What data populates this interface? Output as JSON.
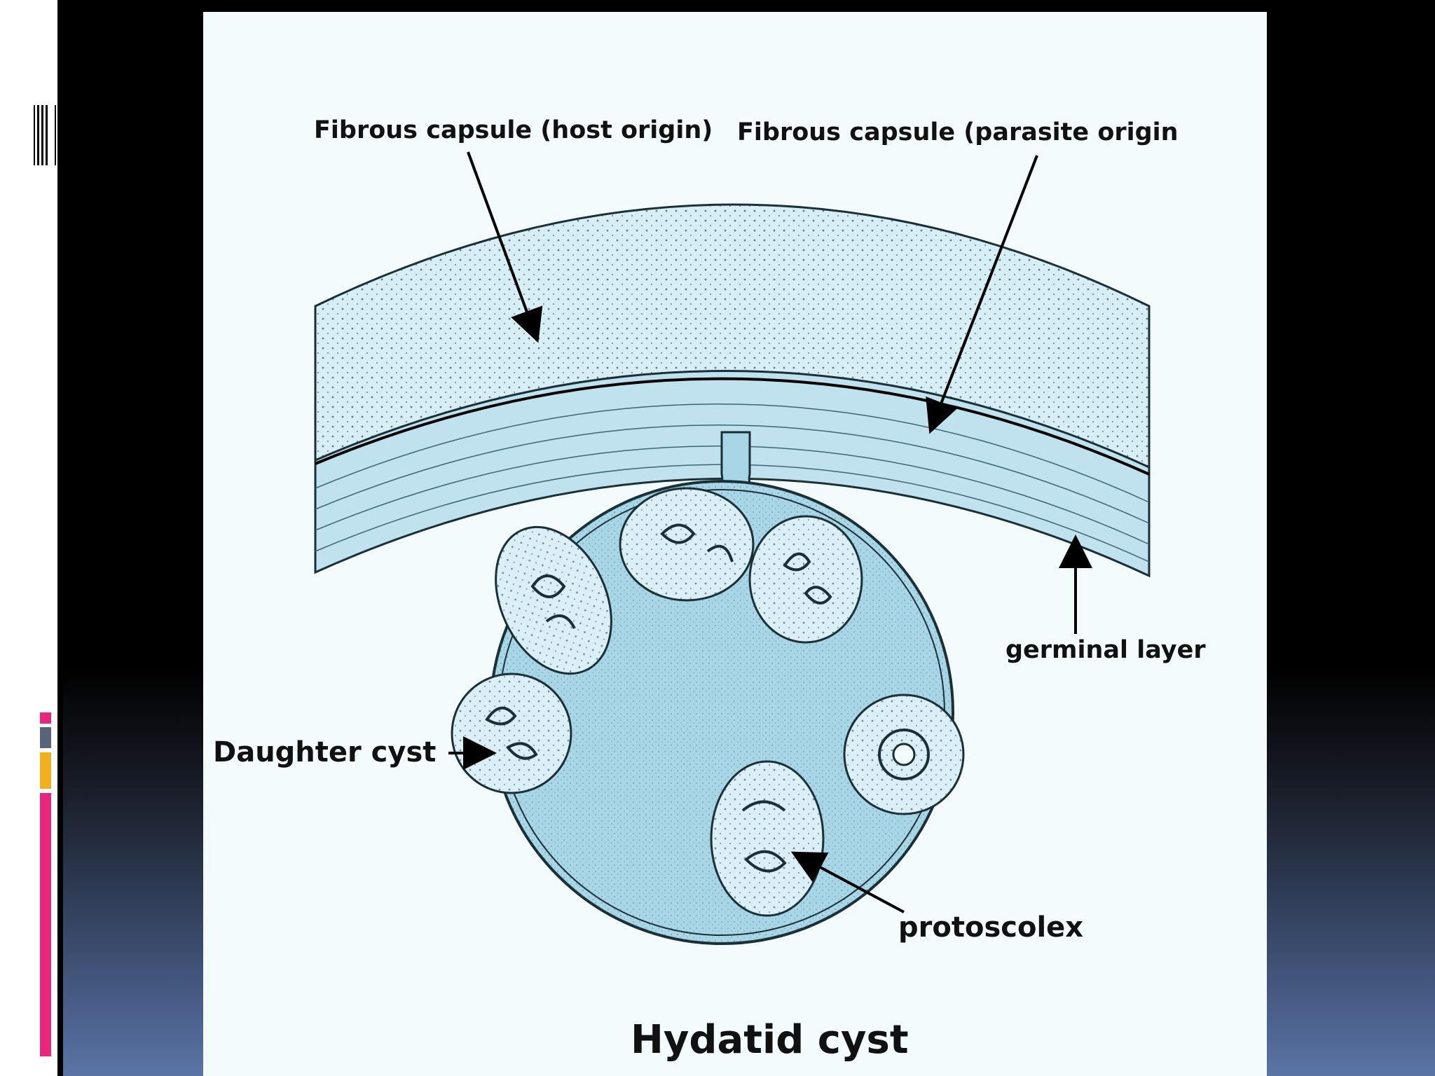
{
  "diagram": {
    "labels": {
      "host_capsule": "Fibrous capsule (host origin)",
      "parasite_capsule": "Fibrous capsule (parasite origin",
      "germinal_layer": "germinal layer",
      "daughter_cyst": "Daughter cyst",
      "protoscolex": "protoscolex"
    },
    "caption": "Hydatid cyst"
  },
  "colors": {
    "cyst_fluid": "#a9d6e6",
    "capsule": "#d8eef5",
    "panel": "#f3fbfd",
    "accent_pink": "#e8267c",
    "accent_gold": "#f2b01e",
    "accent_gray": "#5a6478"
  }
}
